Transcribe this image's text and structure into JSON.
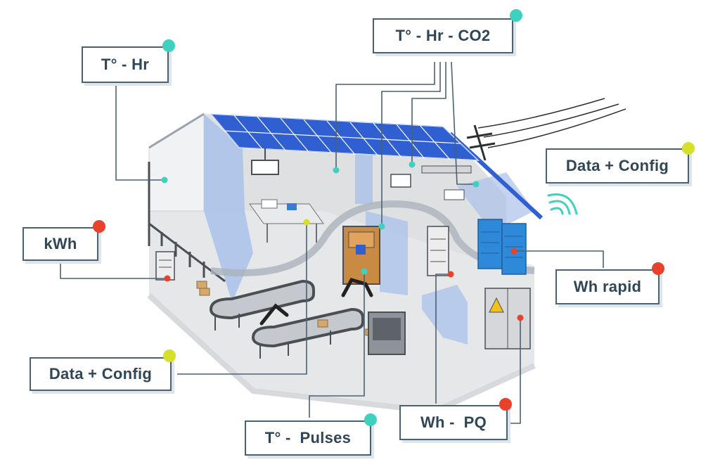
{
  "labels": {
    "t_hr": "T° - Hr",
    "t_hr_co2": "T° - Hr - CO2",
    "data_config_right": "Data + Config",
    "kwh": "kWh",
    "wh_rapid": "Wh rapid",
    "data_config_left": "Data + Config",
    "t_pulses": "T° -  Pulses",
    "wh_pq": "Wh -  PQ"
  },
  "colors": {
    "box_border": "#4a6172",
    "text": "#2f4656",
    "connector": "#4a6172",
    "sensor_teal": "#3fd1c0",
    "sensor_yellow": "#d6e02a",
    "sensor_red": "#e8412c",
    "solar_panel": "#2f5fd0",
    "wall_blue": "#a9c1ea",
    "floor": "#e6e7e9",
    "cabinet_blue": "#2e8ad8",
    "wifi": "#3fd1c0"
  },
  "icons": {
    "wifi": "wifi-icon",
    "hazard": "electric-hazard-icon"
  }
}
